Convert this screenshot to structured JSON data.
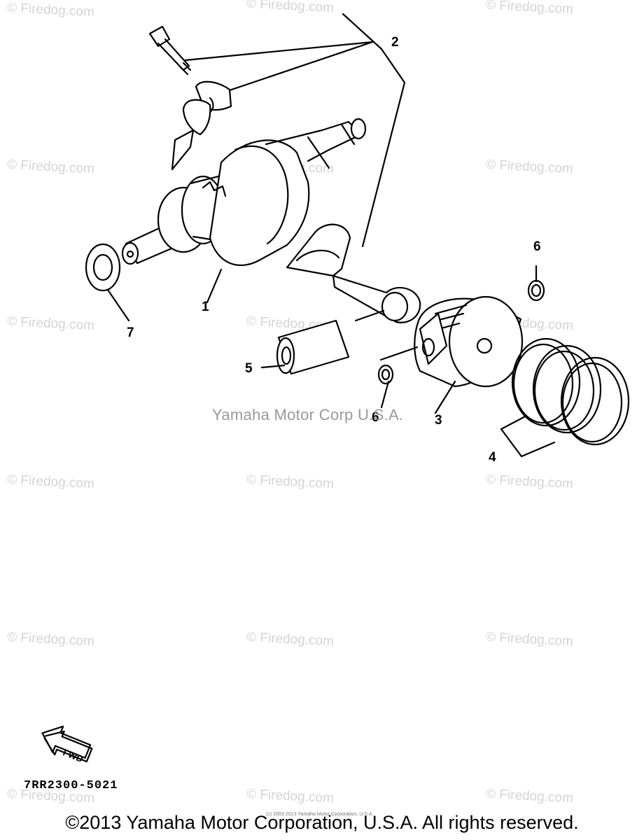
{
  "watermark": "© Firedog.com",
  "center_watermark": "Yamaha Motor Corp U.S.A.",
  "small_copyright": "(c) 2003-2013 Yamaha Motor Corporation, U.S.A.",
  "callouts": {
    "c1": "1",
    "c2": "2",
    "c3": "3",
    "c4": "4",
    "c5": "5",
    "c6a": "6",
    "c6b": "6",
    "c7": "7"
  },
  "fwd_label": "FWD",
  "diagram_code": "7RR2300-5021",
  "copyright": "©2013 Yamaha Motor Corporation, U.S.A. All rights reserved."
}
